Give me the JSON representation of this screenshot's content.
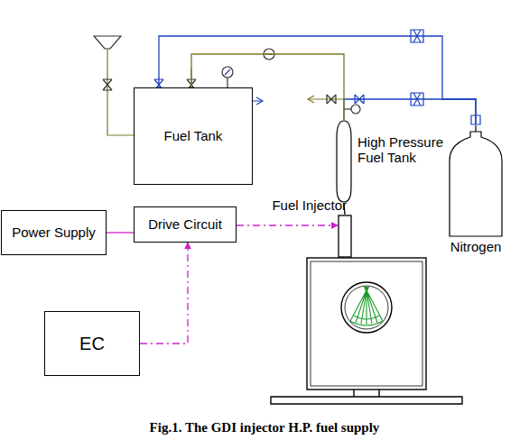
{
  "diagram": {
    "caption": "Fig.1. The GDI injector H.P. fuel supply",
    "nodes": [
      {
        "text": [
          "Fuel Tank"
        ]
      },
      {
        "text": [
          "High Pressure Fuel Tank"
        ]
      },
      {
        "text": [
          "Power Supply"
        ]
      },
      {
        "text": [
          "Drive Circuit"
        ]
      },
      {
        "text": [
          "Fuel Injector"
        ]
      },
      {
        "text": [
          "EC"
        ]
      },
      {
        "text": [
          "Nitrogen"
        ]
      }
    ],
    "edges": [
      {
        "from": 6,
        "to": 0,
        "arrow": "none"
      },
      {
        "from": 6,
        "to": 1,
        "arrow": "none"
      },
      {
        "from": 0,
        "to": 1,
        "arrow": "none"
      },
      {
        "from": 1,
        "to": 4,
        "arrow": "none"
      },
      {
        "from": 2,
        "to": 3,
        "arrow": "none"
      },
      {
        "from": 3,
        "to": 4,
        "arrow": "to"
      },
      {
        "from": 5,
        "to": 3,
        "arrow": "to"
      }
    ]
  }
}
